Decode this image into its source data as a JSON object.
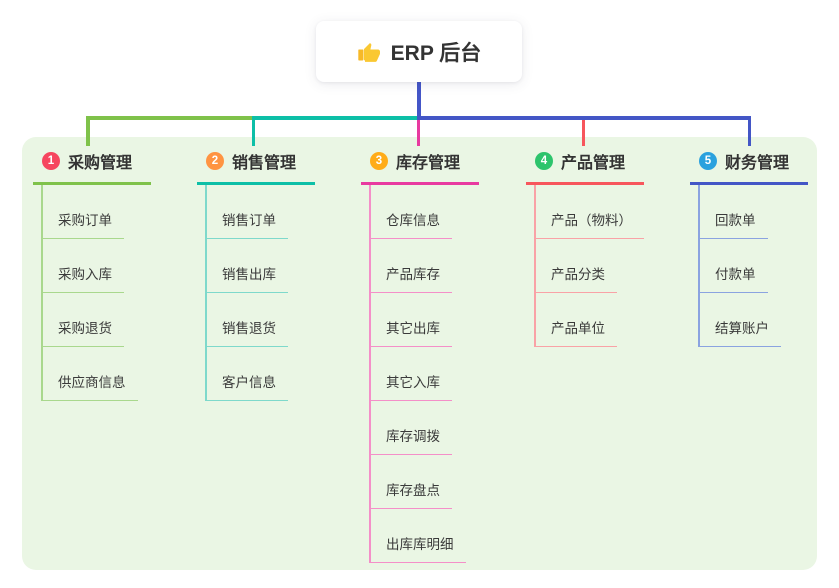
{
  "root": {
    "title": "ERP 后台",
    "icon": "thumbs-up-icon",
    "icon_color": "#f7b928",
    "card_bg": "#ffffff",
    "text_color": "#333333"
  },
  "panel": {
    "bg": "#eaf6e4"
  },
  "connector": {
    "stem_color": "#4456c8"
  },
  "branches": [
    {
      "number": "1",
      "title": "采购管理",
      "badge_color": "#f6465f",
      "line_color": "#7fc24a",
      "child_line_color": "#a9d88d",
      "children": [
        "采购订单",
        "采购入库",
        "采购退货",
        "供应商信息"
      ]
    },
    {
      "number": "2",
      "title": "销售管理",
      "badge_color": "#ff9442",
      "line_color": "#0dbfa7",
      "child_line_color": "#7ed9cb",
      "children": [
        "销售订单",
        "销售出库",
        "销售退货",
        "客户信息"
      ]
    },
    {
      "number": "3",
      "title": "库存管理",
      "badge_color": "#ffac18",
      "line_color": "#e83aa0",
      "child_line_color": "#f48fc8",
      "children": [
        "仓库信息",
        "产品库存",
        "其它出库",
        "其它入库",
        "库存调拨",
        "库存盘点",
        "出库库明细"
      ]
    },
    {
      "number": "4",
      "title": "产品管理",
      "badge_color": "#2dc46c",
      "line_color": "#f7565c",
      "child_line_color": "#f9a2a6",
      "children": [
        "产品（物料）",
        "产品分类",
        "产品单位"
      ]
    },
    {
      "number": "5",
      "title": "财务管理",
      "badge_color": "#2aa1de",
      "line_color": "#4356c6",
      "child_line_color": "#8ba3e0",
      "children": [
        "回款单",
        "付款单",
        "结算账户"
      ]
    }
  ]
}
